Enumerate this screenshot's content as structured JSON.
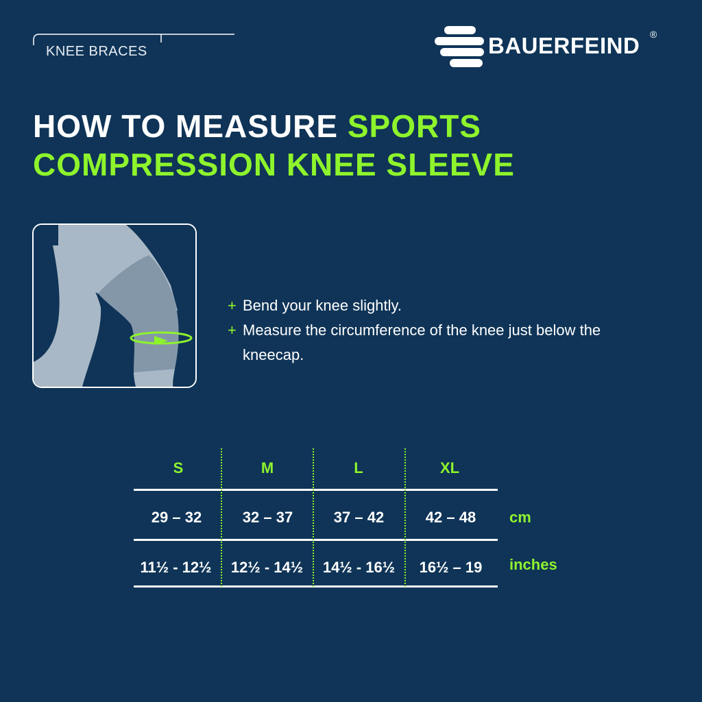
{
  "header": {
    "category": "KNEE BRACES",
    "brand": "BAUERFEIND",
    "brand_mark": "®"
  },
  "headline": {
    "part1": "HOW TO MEASURE ",
    "part2": "SPORTS",
    "part3": "COMPRESSION KNEE SLEEVE"
  },
  "illustration": {
    "icon": "knee-measure-illustration"
  },
  "instructions": {
    "bullet": "+",
    "items": [
      "Bend your knee slightly.",
      "Measure the circumference of the knee just below the kneecap."
    ]
  },
  "size_table": {
    "headers": [
      "S",
      "M",
      "L",
      "XL"
    ],
    "rows": [
      {
        "unit": "cm",
        "values": [
          "29 – 32",
          "32 – 37",
          "37 – 42",
          "42 – 48"
        ]
      },
      {
        "unit": "inches",
        "values": [
          "11½ - 12½",
          "12½ - 14½",
          "14½ - 16½",
          "16½ – 19"
        ]
      }
    ]
  },
  "colors": {
    "background": "#0f3457",
    "accent": "#8ef42c",
    "text": "#ffffff",
    "leg_light": "#a9b8c6",
    "leg_sleeve": "#8497a9"
  }
}
